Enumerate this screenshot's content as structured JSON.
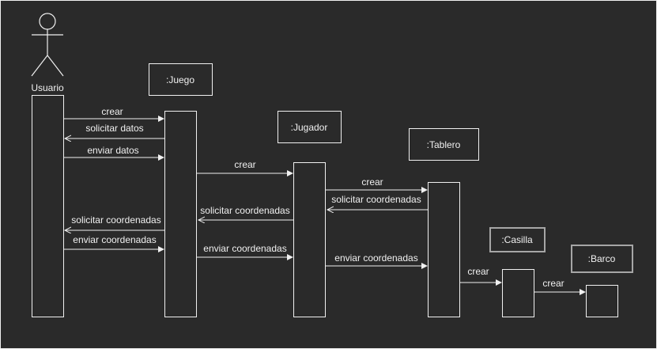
{
  "colors": {
    "background": "#2a2a2a",
    "line": "#f0f0f0",
    "text": "#f0f0f0",
    "muted_box": "#a6a6a6"
  },
  "actor": {
    "label": "Usuario"
  },
  "objects": {
    "juego": ":Juego",
    "jugador": ":Jugador",
    "tablero": ":Tablero",
    "casilla": ":Casilla",
    "barco": ":Barco"
  },
  "messages": {
    "m1": "crear",
    "m2": "solicitar datos",
    "m3": "enviar datos",
    "m4": "crear",
    "m5": "crear",
    "m6": "solicitar coordenadas",
    "m7": "solicitar coordenadas",
    "m8": "solicitar coordenadas",
    "m9": "enviar coordenadas",
    "m10": "enviar coordenadas",
    "m11": "enviar coordenadas",
    "m12": "crear",
    "m13": "crear"
  }
}
